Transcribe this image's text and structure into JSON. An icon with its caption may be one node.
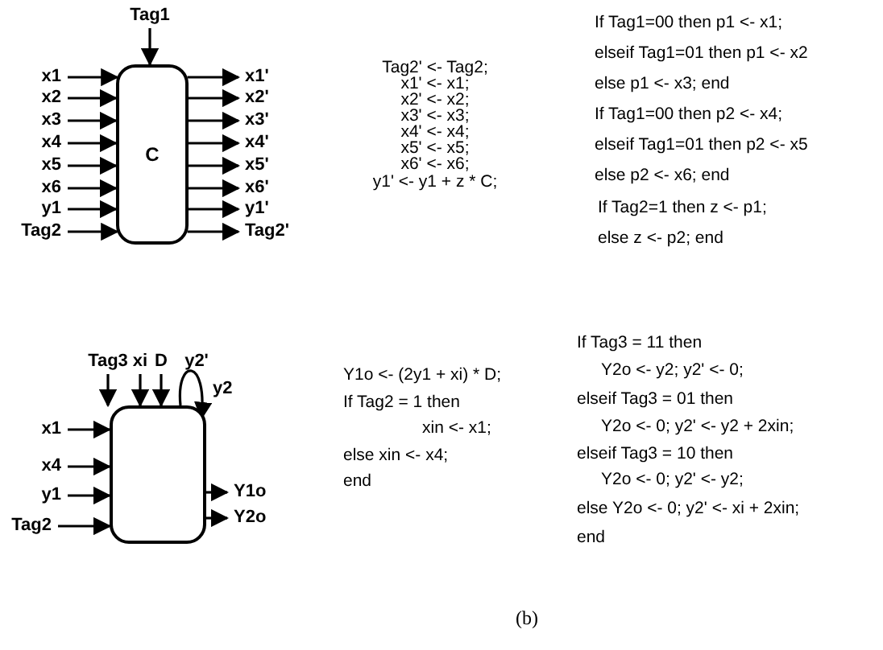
{
  "diagram": {
    "caption": "(b)",
    "nodes": [
      {
        "text": [
          "Tag1"
        ]
      },
      {
        "text": [
          "C"
        ]
      },
      {
        "text": [
          "x1"
        ]
      },
      {
        "text": [
          "x2"
        ]
      },
      {
        "text": [
          "x3"
        ]
      },
      {
        "text": [
          "x4"
        ]
      },
      {
        "text": [
          "x5"
        ]
      },
      {
        "text": [
          "x6"
        ]
      },
      {
        "text": [
          "y1"
        ]
      },
      {
        "text": [
          "Tag2"
        ]
      },
      {
        "text": [
          "x1'"
        ]
      },
      {
        "text": [
          "x2'"
        ]
      },
      {
        "text": [
          "x3'"
        ]
      },
      {
        "text": [
          "x4'"
        ]
      },
      {
        "text": [
          "x5'"
        ]
      },
      {
        "text": [
          "x6'"
        ]
      },
      {
        "text": [
          "y1'"
        ]
      },
      {
        "text": [
          "Tag2'"
        ]
      },
      {
        "text": [
          "Tag3"
        ]
      },
      {
        "text": [
          "xi"
        ]
      },
      {
        "text": [
          "D"
        ]
      },
      {
        "text": [],
        "shape": "box"
      },
      {
        "text": [
          "x1"
        ]
      },
      {
        "text": [
          "x4"
        ]
      },
      {
        "text": [
          "y1"
        ]
      },
      {
        "text": [
          "Tag2"
        ]
      },
      {
        "text": [
          "Y1o"
        ]
      },
      {
        "text": [
          "Y2o"
        ]
      }
    ],
    "edges": [
      {
        "from": 0,
        "to": 1,
        "arrow": "to"
      },
      {
        "from": 2,
        "to": 1,
        "arrow": "to"
      },
      {
        "from": 3,
        "to": 1,
        "arrow": "to"
      },
      {
        "from": 4,
        "to": 1,
        "arrow": "to"
      },
      {
        "from": 5,
        "to": 1,
        "arrow": "to"
      },
      {
        "from": 6,
        "to": 1,
        "arrow": "to"
      },
      {
        "from": 7,
        "to": 1,
        "arrow": "to"
      },
      {
        "from": 8,
        "to": 1,
        "arrow": "to"
      },
      {
        "from": 9,
        "to": 1,
        "arrow": "to"
      },
      {
        "from": 1,
        "to": 10,
        "arrow": "to"
      },
      {
        "from": 1,
        "to": 11,
        "arrow": "to"
      },
      {
        "from": 1,
        "to": 12,
        "arrow": "to"
      },
      {
        "from": 1,
        "to": 13,
        "arrow": "to"
      },
      {
        "from": 1,
        "to": 14,
        "arrow": "to"
      },
      {
        "from": 1,
        "to": 15,
        "arrow": "to"
      },
      {
        "from": 1,
        "to": 16,
        "arrow": "to"
      },
      {
        "from": 1,
        "to": 17,
        "arrow": "to"
      },
      {
        "from": 18,
        "to": 21,
        "arrow": "to"
      },
      {
        "from": 19,
        "to": 21,
        "arrow": "to"
      },
      {
        "from": 20,
        "to": 21,
        "arrow": "to"
      },
      {
        "from": 21,
        "to": 21,
        "arrow": "to"
      },
      {
        "from": 22,
        "to": 21,
        "arrow": "to"
      },
      {
        "from": 23,
        "to": 21,
        "arrow": "to"
      },
      {
        "from": 24,
        "to": 21,
        "arrow": "to"
      },
      {
        "from": 25,
        "to": 21,
        "arrow": "to"
      },
      {
        "from": 21,
        "to": 26,
        "arrow": "to"
      },
      {
        "from": 21,
        "to": 27,
        "arrow": "to"
      }
    ],
    "labels": [
      "Tag2' <- Tag2;",
      "x1' <- x1;",
      "x2' <- x2;",
      "x3' <- x3;",
      "x4' <- x4;",
      "x5' <- x5;",
      "x6' <- x6;",
      "y1' <- y1 + z * C;",
      "If Tag1=00 then p1 <- x1;",
      "elseif Tag1=01 then p1 <- x2",
      "else p1 <- x3; end",
      "If Tag1=00 then p2 <- x4;",
      "elseif Tag1=01 then p2 <- x5",
      "else p2 <- x6; end",
      "If Tag2=1 then z <- p1;",
      "else z <- p2; end",
      "y2'",
      "y2",
      "Y1o <- (2y1 + xi) * D;",
      "If Tag2 = 1 then",
      "xin <- x1;",
      "else xin <- x4;",
      "end",
      "If Tag3 = 11 then",
      "Y2o <- y2; y2' <- 0;",
      "elseif Tag3 = 01 then",
      "Y2o <- 0; y2' <- y2 + 2xin;",
      "elseif Tag3 = 10 then",
      "Y2o <- 0; y2' <- y2;",
      "else Y2o <- 0; y2' <- xi + 2xin;",
      "end"
    ]
  }
}
